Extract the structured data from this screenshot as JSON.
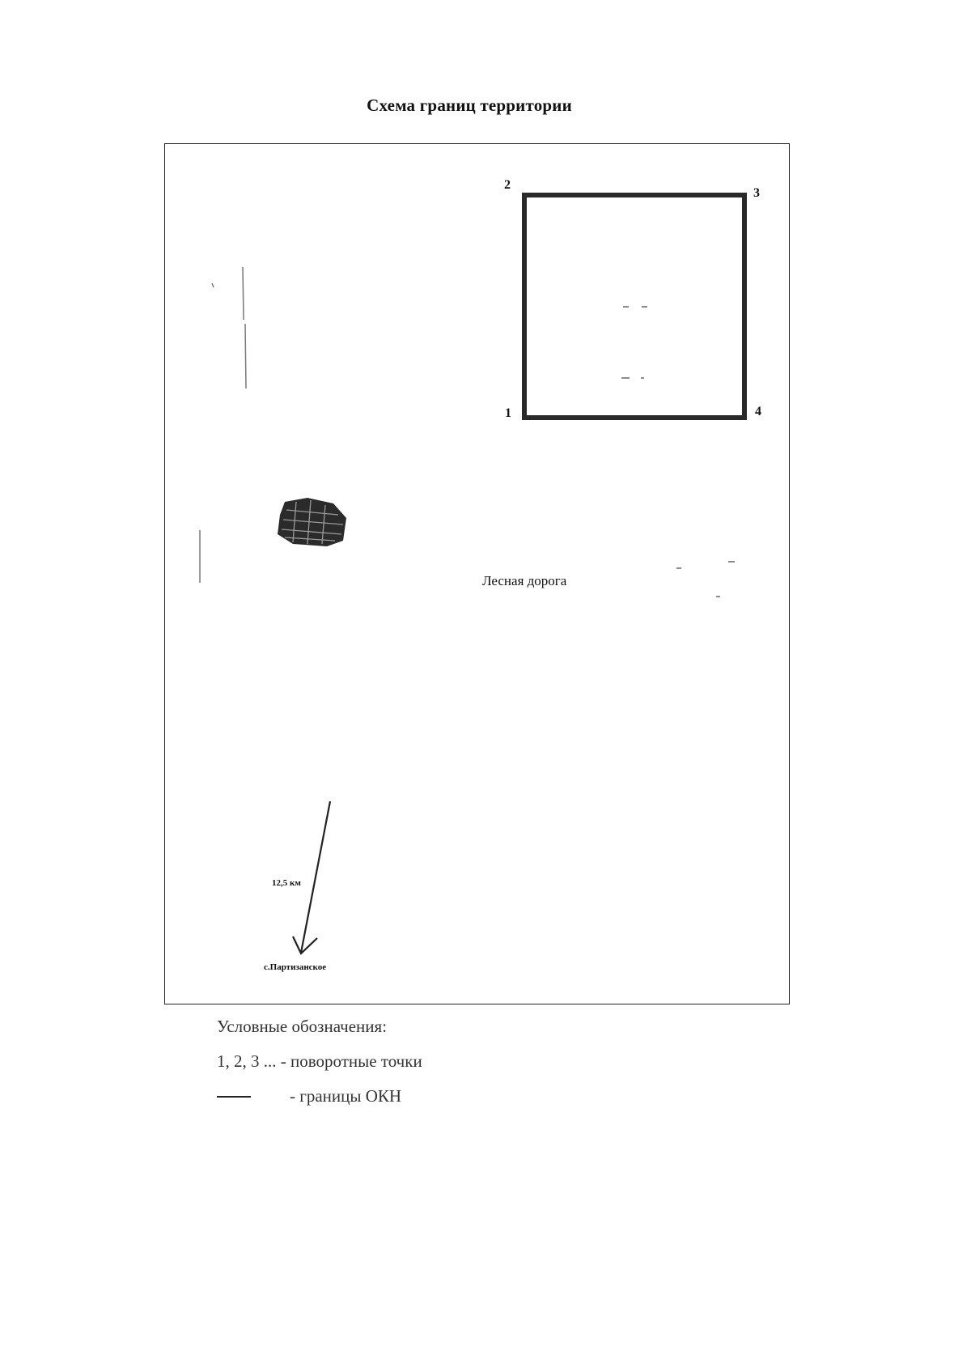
{
  "title": "Схема границ территории",
  "points": {
    "p1": "1",
    "p2": "2",
    "p3": "3",
    "p4": "4"
  },
  "labels": {
    "road": "Лесная дорога",
    "distance": "12,5 км",
    "village": "с.Партизанское"
  },
  "legend": {
    "title": "Условные обозначения:",
    "points_entry": "1, 2, 3 ... - поворотные точки",
    "boundary_entry": "- границы ОКН"
  },
  "colors": {
    "boundary": "#2a2a2a",
    "frame": "#222222",
    "text": "#111111"
  }
}
